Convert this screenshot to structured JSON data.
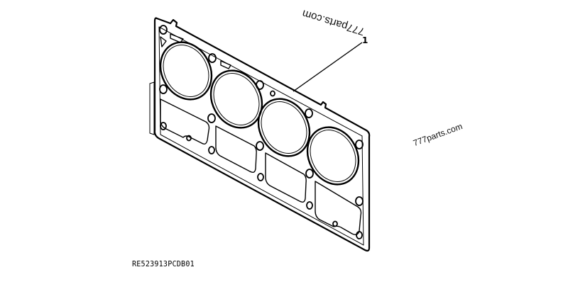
{
  "diagram": {
    "subject": "cylinder-head-gasket",
    "style": "black line art on white",
    "cylinder_bores": 4,
    "callouts": [
      {
        "label": "1",
        "part": "head-gasket"
      }
    ]
  },
  "watermarks": {
    "top": "777parts.com",
    "side": "777parts.com"
  },
  "part_code": "RE523913PCDB01",
  "colors": {
    "background": "#ffffff",
    "line": "#000000"
  }
}
